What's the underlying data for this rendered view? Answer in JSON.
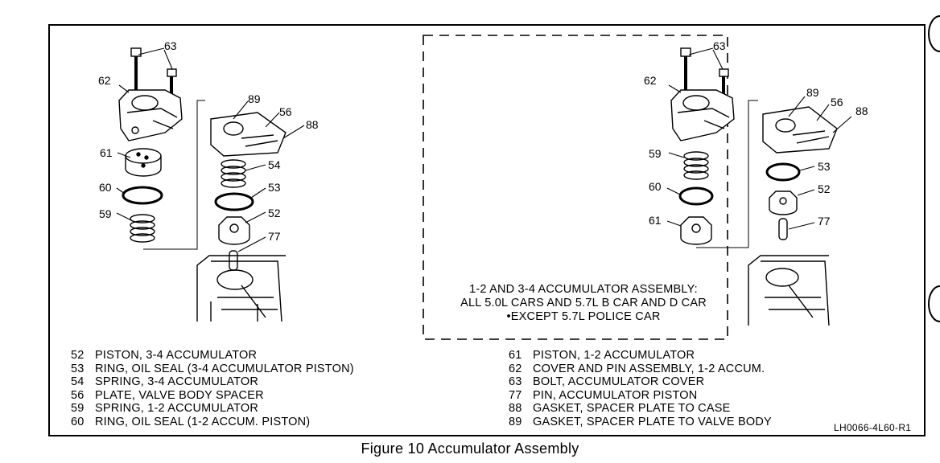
{
  "callouts_left": [
    "63",
    "62",
    "89",
    "56",
    "88",
    "61",
    "54",
    "60",
    "53",
    "59",
    "52",
    "77"
  ],
  "callouts_right": [
    "63",
    "62",
    "89",
    "56",
    "88",
    "59",
    "53",
    "60",
    "52",
    "61",
    "77"
  ],
  "inset_note": [
    "1-2 AND 3-4 ACCUMULATOR ASSEMBLY:",
    "ALL 5.0L CARS AND 5.7L B CAR AND D CAR",
    "•EXCEPT 5.7L POLICE CAR"
  ],
  "legend_left": [
    {
      "num": "52",
      "text": "PISTON, 3-4 ACCUMULATOR"
    },
    {
      "num": "53",
      "text": "RING, OIL SEAL (3-4 ACCUMULATOR PISTON)"
    },
    {
      "num": "54",
      "text": "SPRING, 3-4 ACCUMULATOR"
    },
    {
      "num": "56",
      "text": "PLATE, VALVE BODY SPACER"
    },
    {
      "num": "59",
      "text": "SPRING, 1-2 ACCUMULATOR"
    },
    {
      "num": "60",
      "text": "RING, OIL SEAL (1-2 ACCUM. PISTON)"
    }
  ],
  "legend_right": [
    {
      "num": "61",
      "text": "PISTON, 1-2 ACCUMULATOR"
    },
    {
      "num": "62",
      "text": "COVER AND PIN ASSEMBLY, 1-2 ACCUM."
    },
    {
      "num": "63",
      "text": "BOLT, ACCUMULATOR COVER"
    },
    {
      "num": "77",
      "text": "PIN, ACCUMULATOR PISTON"
    },
    {
      "num": "88",
      "text": "GASKET, SPACER PLATE TO CASE"
    },
    {
      "num": "89",
      "text": "GASKET, SPACER PLATE TO VALVE BODY"
    }
  ],
  "ref_code": "LH0066-4L60-R1",
  "caption": "Figure 10 Accumulator Assembly"
}
